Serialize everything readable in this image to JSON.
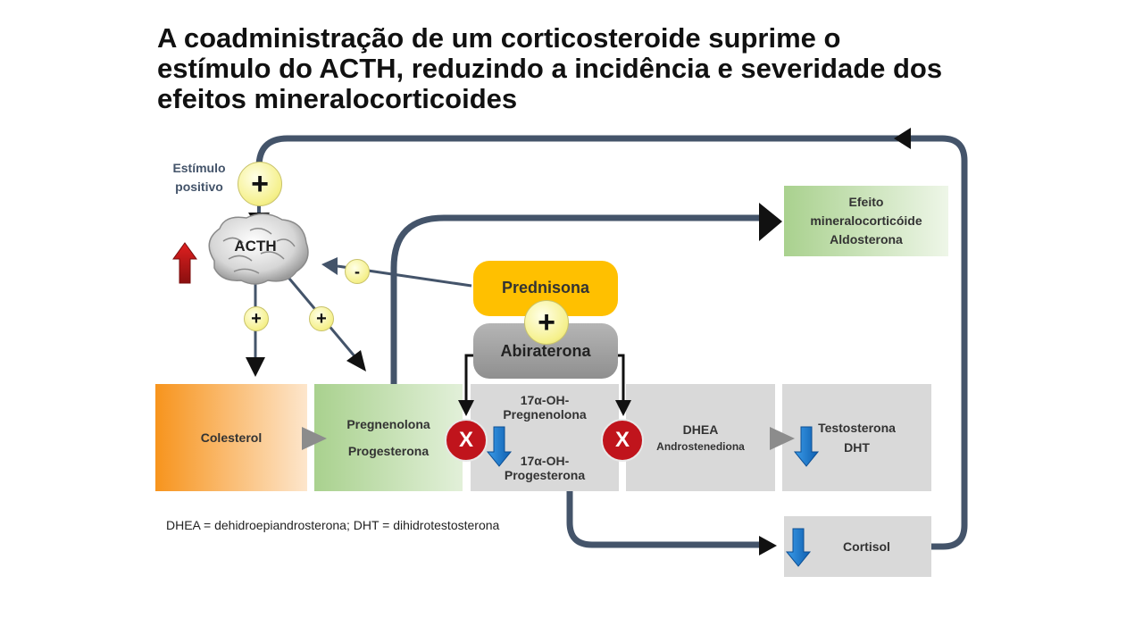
{
  "title": {
    "line1": "A coadministração de um corticosteroide suprime o",
    "line2": "estímulo do ACTH, reduzindo a incidência e severidade dos",
    "line3": "efeitos mineralocorticoides"
  },
  "brain": {
    "label": "ACTH"
  },
  "stimulus": {
    "line1": "Estímulo",
    "line2": "positivo",
    "sign": "+"
  },
  "signs": {
    "minus": "-",
    "plus_left": "+",
    "plus_right": "+",
    "plus_drug": "+"
  },
  "drugs": {
    "prednisona": "Prednisona",
    "abiraterona": "Abiraterona"
  },
  "boxes": {
    "colesterol": "Colesterol",
    "pregnenolona": "Pregnenolona",
    "progesterona": "Progesterona",
    "oh_preg_1": "17α-OH-",
    "oh_preg_2": "Pregnenolona",
    "oh_prog_1": "17α-OH-",
    "oh_prog_2": "Progesterona",
    "dhea": "DHEA",
    "androstenediona": "Androstenediona",
    "testosterona": "Testosterona",
    "dht": "DHT",
    "cortisol": "Cortisol",
    "efeito_1": "Efeito",
    "efeito_2": "mineralocorticóide",
    "efeito_3": "Aldosterona"
  },
  "blockers": {
    "x1": "X",
    "x2": "X"
  },
  "footnote": "DHEA = dehidroepiandrosterona; DHT = dihidrotestosterona",
  "colors": {
    "loop": "#44546a",
    "orange": "#f7941d",
    "green": "#a9d18e",
    "grey_box": "#d9d9d9",
    "yellow": "#ffc000",
    "red": "#c0141c",
    "blue": "#1f7fd6"
  }
}
